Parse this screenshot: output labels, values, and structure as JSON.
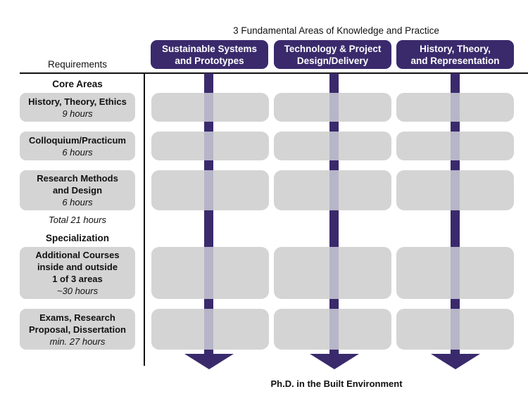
{
  "top_title": "3 Fundamental Areas of Knowledge and Practice",
  "requirements_label": "Requirements",
  "areas": [
    {
      "label": "Sustainable Systems\nand Prototypes"
    },
    {
      "label": "Technology & Project\nDesign/Delivery"
    },
    {
      "label": "History, Theory,\nand Representation"
    }
  ],
  "sections": {
    "core": "Core Areas",
    "specialization": "Specialization"
  },
  "requirements": [
    {
      "title": "History, Theory, Ethics",
      "hours": "9 hours"
    },
    {
      "title": "Colloquium/Practicum",
      "hours": "6 hours"
    },
    {
      "title": "Research Methods\nand Design",
      "hours": "6 hours"
    },
    {
      "title": "Additional Courses\ninside and outside\n1 of 3 areas",
      "hours": "~30 hours"
    },
    {
      "title": "Exams, Research\nProposal, Dissertation",
      "hours": "min. 27 hours"
    }
  ],
  "total": "Total 21 hours",
  "footer": "Ph.D. in the Built Environment",
  "colors": {
    "accent": "#3a2a6c",
    "box": "#d4d4d4"
  }
}
